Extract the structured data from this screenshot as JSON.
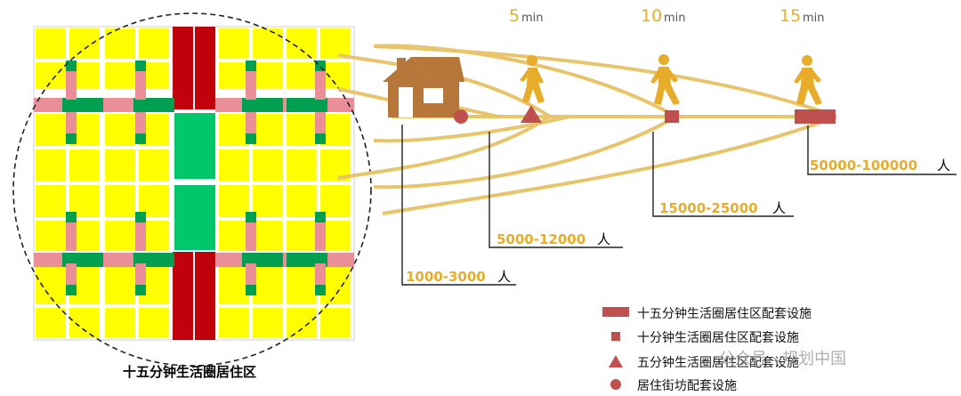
{
  "plan": {
    "caption": "十五分钟生活圈居住区"
  },
  "times": [
    {
      "num": "5",
      "unit": "min"
    },
    {
      "num": "10",
      "unit": "min"
    },
    {
      "num": "15",
      "unit": "min"
    }
  ],
  "populations": [
    {
      "range": "1000-3000",
      "unit": "人"
    },
    {
      "range": "5000-12000",
      "unit": "人"
    },
    {
      "range": "15000-25000",
      "unit": "人"
    },
    {
      "range": "50000-100000",
      "unit": "人"
    }
  ],
  "legend": [
    {
      "shape": "wide-rect",
      "label": "十五分钟生活圈居住区配套设施"
    },
    {
      "shape": "small-square",
      "label": "十分钟生活圈居住区配套设施"
    },
    {
      "shape": "triangle",
      "label": "五分钟生活圈居住区配套设施"
    },
    {
      "shape": "circle",
      "label": "居住街坊配套设施"
    }
  ],
  "watermark": "公众号 · 规划中国",
  "colors": {
    "yellow": "#ffff00",
    "road_red": "#c0000b",
    "green": "#00c86a",
    "dark_green": "#00a050",
    "pink": "#ea8f98",
    "facility": "#c0504d",
    "orange": "#e7ad2a",
    "house": "#b8773a"
  }
}
